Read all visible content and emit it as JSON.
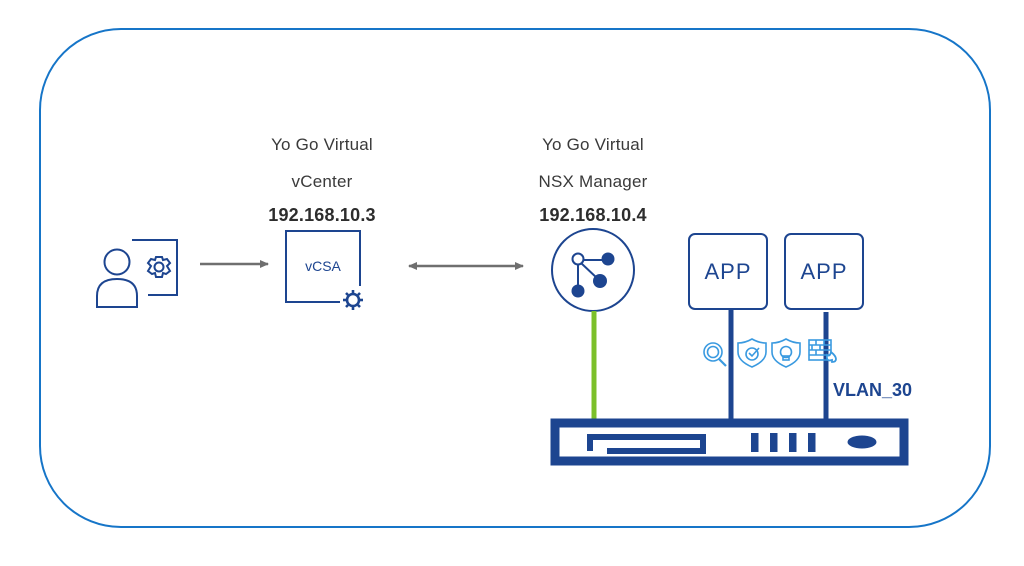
{
  "diagram": {
    "colors": {
      "frame": "#1675c8",
      "navy": "#1d4590",
      "icon_light_blue": "#3a9ae0",
      "uplink_green": "#7cc02a",
      "arrow_gray": "#6f6f6f",
      "text": "#3a3a3a"
    },
    "admin": {
      "icon": "user-gear-icon"
    },
    "vcenter": {
      "line1": "Yo Go Virtual",
      "line2": "vCenter",
      "ip": "192.168.10.3",
      "box_label": "vCSA",
      "icon": "gear-icon"
    },
    "nsx": {
      "line1": "Yo Go Virtual",
      "line2": "NSX Manager",
      "ip": "192.168.10.4",
      "icon": "network-nodes-icon"
    },
    "apps": [
      {
        "label": "APP"
      },
      {
        "label": "APP"
      }
    ],
    "security_icons": [
      "search-icon",
      "shield-check-icon",
      "shield-skull-icon",
      "firewall-icon"
    ],
    "vlan": "VLAN_30",
    "connections": [
      {
        "from": "admin",
        "to": "vcenter",
        "type": "one-way-arrow"
      },
      {
        "from": "vcenter",
        "to": "nsx",
        "type": "two-way-arrow"
      },
      {
        "from": "nsx",
        "to": "host",
        "type": "uplink-green"
      },
      {
        "from": "app-1",
        "to": "host",
        "type": "link"
      },
      {
        "from": "app-2",
        "to": "host",
        "type": "link"
      }
    ]
  }
}
